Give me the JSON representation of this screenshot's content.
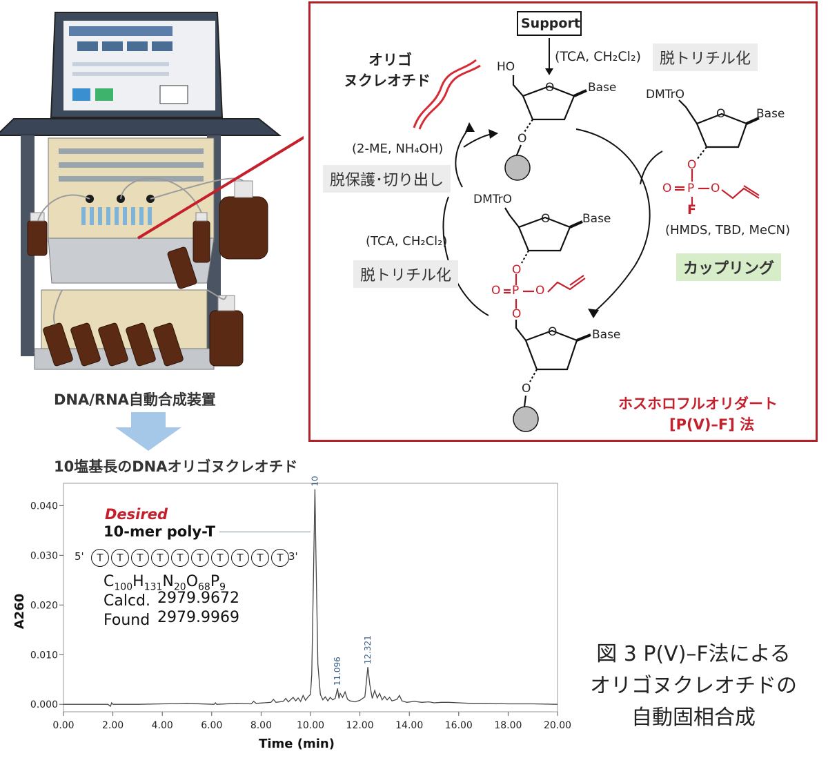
{
  "figure_caption": {
    "line1": "図 3 P(V)–F法による",
    "line2": "オリゴヌクレオチドの",
    "line3": "自動固相合成"
  },
  "left_panel": {
    "synthesizer_label": "DNA/RNA自動合成装置",
    "product_label": "10塩基長のDNAオリゴヌクレオチド"
  },
  "scheme": {
    "support_label": "Support",
    "top_reagent": "(TCA, CH₂Cl₂)",
    "top_step": "脱トリチル化",
    "oligo_label_line1": "オリゴ",
    "oligo_label_line2": "ヌクレオチド",
    "cleave_reagent": "(2-ME, NH₄OH)",
    "cleave_step": "脱保護･切り出し",
    "left_reagent": "(TCA, CH₂Cl₂)",
    "left_step": "脱トリチル化",
    "coupling_reagent": "(HMDS, TBD, MeCN)",
    "coupling_step": "カップリング",
    "method_line1": "ホスホロフルオリダート",
    "method_line2": "[P(V)–F] 法",
    "atoms": {
      "ho": "HO",
      "dmtro": "DMTrO",
      "base": "Base",
      "o": "O",
      "p": "P",
      "f": "F"
    }
  },
  "chromatogram": {
    "desired": "Desired",
    "product_name": "10-mer poly-T",
    "strand_5": "5'",
    "strand_3": "3'",
    "strand_units": [
      "T",
      "T",
      "T",
      "T",
      "T",
      "T",
      "T",
      "T",
      "T",
      "T"
    ],
    "formula_parts": [
      "C",
      "100",
      "H",
      "131",
      "N",
      "20",
      "O",
      "68",
      "P",
      "9"
    ],
    "calcd_label": "Calcd.",
    "calcd_value": "2979.9672",
    "found_label": "Found",
    "found_value": "2979.9969",
    "line_color": "#444444",
    "accent_color": "#c41f2b"
  },
  "chart_data": {
    "type": "line",
    "xlabel": "Time (min)",
    "ylabel": "A260",
    "xlim": [
      0,
      20
    ],
    "ylim": [
      -0.0015,
      0.0445
    ],
    "x_ticks": [
      "0.00",
      "2.00",
      "4.00",
      "6.00",
      "8.00",
      "10.00",
      "12.00",
      "14.00",
      "16.00",
      "18.00",
      "20.00"
    ],
    "y_ticks": [
      "0.000",
      "0.010",
      "0.020",
      "0.030",
      "0.040"
    ],
    "grid": false,
    "peak_labels": [
      {
        "x": 10.179,
        "y": 0.0433,
        "label": "10.179"
      },
      {
        "x": 11.096,
        "y": 0.0032,
        "label": "11.096"
      },
      {
        "x": 12.321,
        "y": 0.0075,
        "label": "12.321"
      }
    ],
    "x": [
      0,
      1.8,
      1.9,
      1.95,
      2.0,
      2.1,
      3,
      5,
      6.1,
      6.15,
      6.2,
      7,
      7.6,
      7.7,
      7.8,
      8.4,
      8.5,
      8.6,
      8.9,
      9.0,
      9.1,
      9.3,
      9.4,
      9.5,
      9.6,
      9.7,
      9.8,
      9.9,
      10.0,
      10.05,
      10.1,
      10.15,
      10.179,
      10.22,
      10.3,
      10.4,
      10.5,
      10.6,
      10.7,
      10.8,
      10.9,
      11.0,
      11.096,
      11.15,
      11.2,
      11.3,
      11.4,
      11.5,
      11.6,
      11.8,
      12.0,
      12.2,
      12.321,
      12.4,
      12.5,
      12.6,
      12.7,
      12.8,
      12.9,
      13.0,
      13.1,
      13.2,
      13.3,
      13.5,
      13.6,
      13.7,
      13.9,
      14.2,
      14.5,
      14.8,
      15.0,
      15.3,
      15.6,
      16,
      16.5,
      17,
      18,
      19,
      20
    ],
    "y": [
      0,
      0,
      -0.0004,
      0.0003,
      0,
      0,
      0,
      0.0002,
      0,
      0.0003,
      0,
      0.0002,
      0.0001,
      0.0006,
      0.0002,
      0.0004,
      0.001,
      0.0004,
      0.0006,
      0.0012,
      0.0005,
      0.0014,
      0.0007,
      0.0013,
      0.0006,
      0.0018,
      0.0008,
      0.0015,
      0.002,
      0.006,
      0.02,
      0.035,
      0.0433,
      0.03,
      0.008,
      0.002,
      0.0009,
      0.0015,
      0.0007,
      0.0014,
      0.0009,
      0.0012,
      0.0032,
      0.0012,
      0.0022,
      0.0014,
      0.0025,
      0.001,
      0.0007,
      0.0005,
      0.0008,
      0.0015,
      0.0075,
      0.004,
      0.0012,
      0.0028,
      0.0013,
      0.0022,
      0.0009,
      0.0016,
      0.0009,
      0.0014,
      0.0007,
      0.001,
      0.0018,
      0.0007,
      0.0004,
      0.0006,
      0.0004,
      0.0005,
      0.0003,
      0.0004,
      0.0004,
      0.0003,
      0.0002,
      0.0002,
      0.0001,
      0.0001,
      0
    ]
  }
}
